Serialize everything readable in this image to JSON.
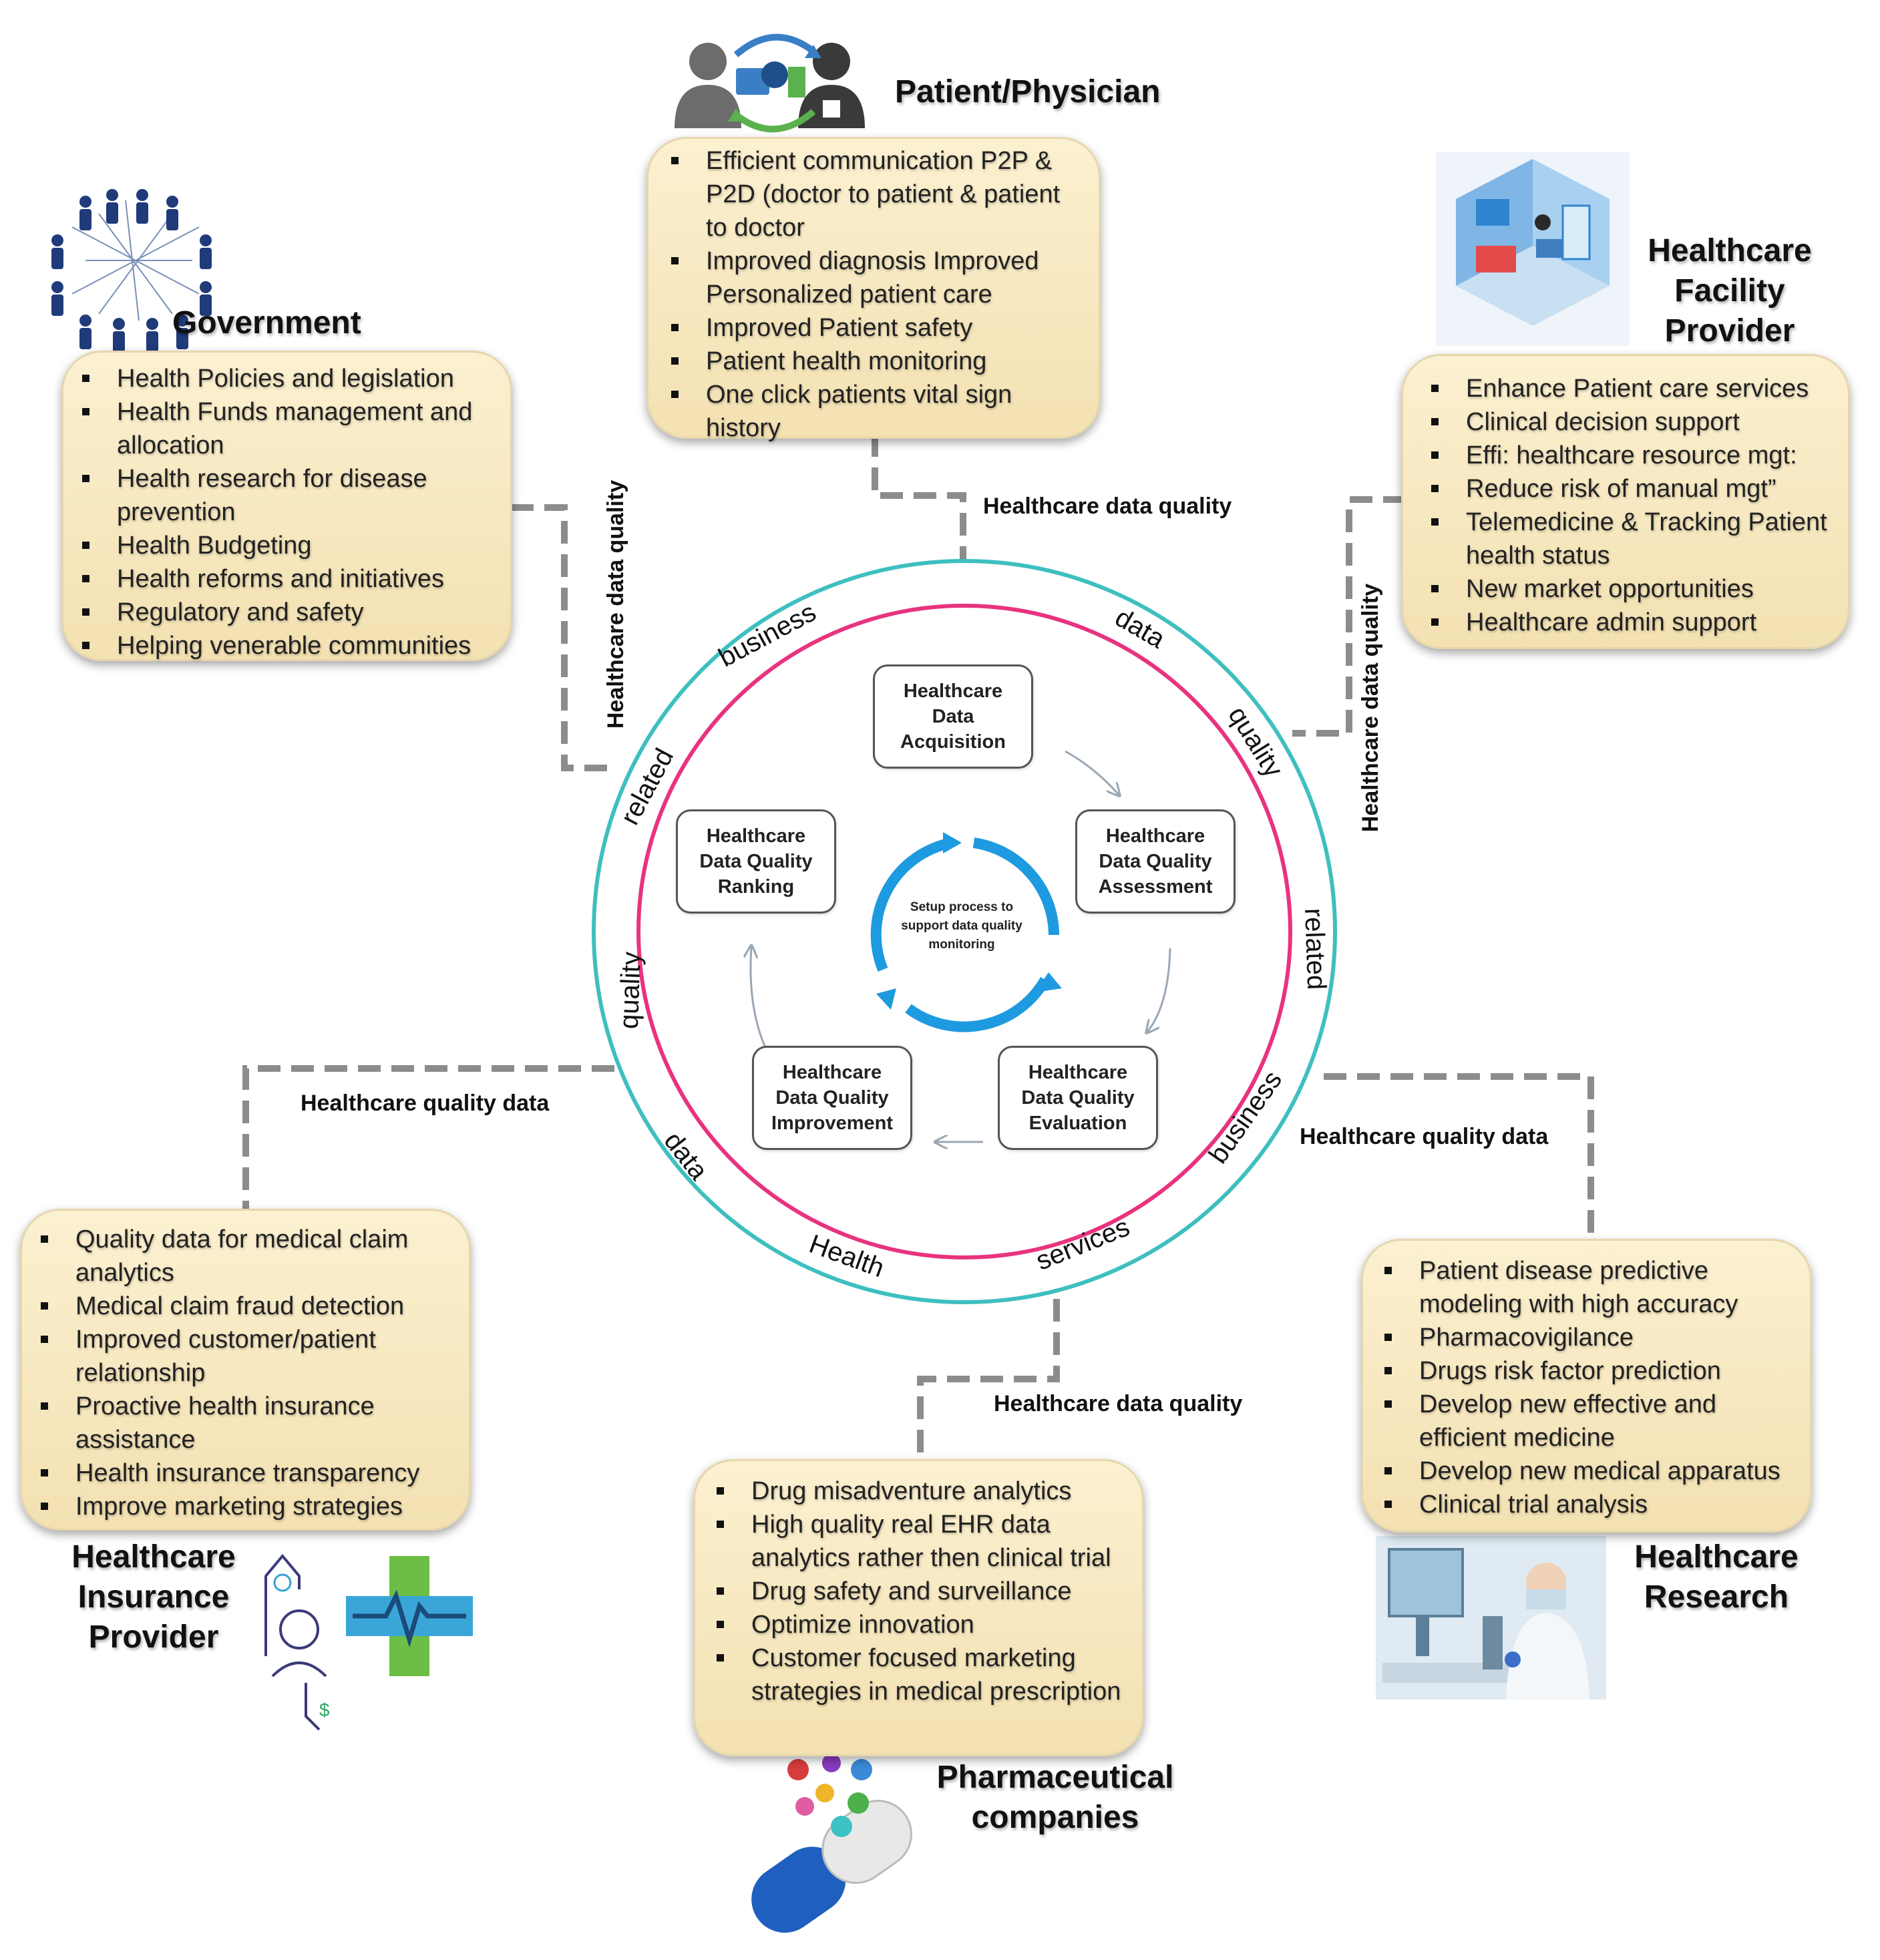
{
  "patient_physician": {
    "title": "Patient/Physician",
    "items": [
      "Efficient communication P2P & P2D (doctor to patient & patient to doctor",
      "Improved diagnosis Improved Personalized patient care",
      "Improved Patient safety",
      "Patient health monitoring",
      "One click patients vital sign history"
    ]
  },
  "government": {
    "title": "Government",
    "items": [
      "Health Policies and legislation",
      "Health Funds management and allocation",
      "Health research for disease prevention",
      "Health Budgeting",
      "Health reforms and initiatives",
      "Regulatory and safety",
      "Helping venerable communities"
    ]
  },
  "facility_provider": {
    "title_lines": [
      "Healthcare",
      "Facility",
      "Provider"
    ],
    "items": [
      "Enhance Patient care services",
      "Clinical decision support",
      "Effi: healthcare resource mgt:",
      "Reduce risk of manual mgt”",
      "Telemedicine  & Tracking Patient health status",
      "New market opportunities",
      "Healthcare admin support"
    ]
  },
  "insurance_provider": {
    "title_lines": [
      "Healthcare",
      "Insurance",
      "Provider"
    ],
    "items": [
      "Quality data for medical claim analytics",
      "Medical claim fraud detection",
      "Improved customer/patient relationship",
      "Proactive health insurance assistance",
      "Health insurance transparency",
      "Improve marketing strategies"
    ]
  },
  "pharma": {
    "title_lines": [
      "Pharmaceutical",
      "companies"
    ],
    "items": [
      "Drug misadventure analytics",
      "High quality real EHR data analytics rather then clinical trial",
      "Drug safety and surveillance",
      "Optimize innovation",
      "Customer focused marketing strategies in medical prescription"
    ]
  },
  "research": {
    "title_lines": [
      "Healthcare",
      "Research"
    ],
    "items": [
      "Patient disease predictive modeling with high accuracy",
      "Pharmacovigilance",
      "Drugs  risk factor prediction",
      "Develop new effective and efficient medicine",
      "Develop new medical apparatus",
      "Clinical trial analysis"
    ]
  },
  "links": {
    "top": "Healthcare data quality",
    "government": "Healthcare data quality",
    "facility": "Healthcare data quality",
    "insurance": "Healthcare quality data",
    "research": "Healthcare quality data",
    "pharma": "Healthcare data quality"
  },
  "ring_words": [
    "business",
    "data",
    "quality",
    "related",
    "business",
    "services",
    "Health",
    "data",
    "quality",
    "related"
  ],
  "cycle_steps": [
    "Healthcare Data Acquisition",
    "Healthcare Data Quality Assessment",
    "Healthcare Data Quality Evaluation",
    "Healthcare Data Quality Improvement",
    "Healthcare Data Quality Ranking"
  ],
  "cycle_center": "Setup process to support data quality monitoring",
  "colors": {
    "outer_ring": "#3fbfbf",
    "inner_ring": "#e8337f",
    "cycle_arrow": "#1e9ae0",
    "dashed_connector": "#8c8c8c",
    "box_fill": "#f6e6bc"
  },
  "icons": [
    "patient-physician-exchange-icon",
    "government-network-icon",
    "healthcare-facility-icon",
    "insurance-medical-icon",
    "pill-capsule-icon",
    "research-scientist-icon"
  ]
}
